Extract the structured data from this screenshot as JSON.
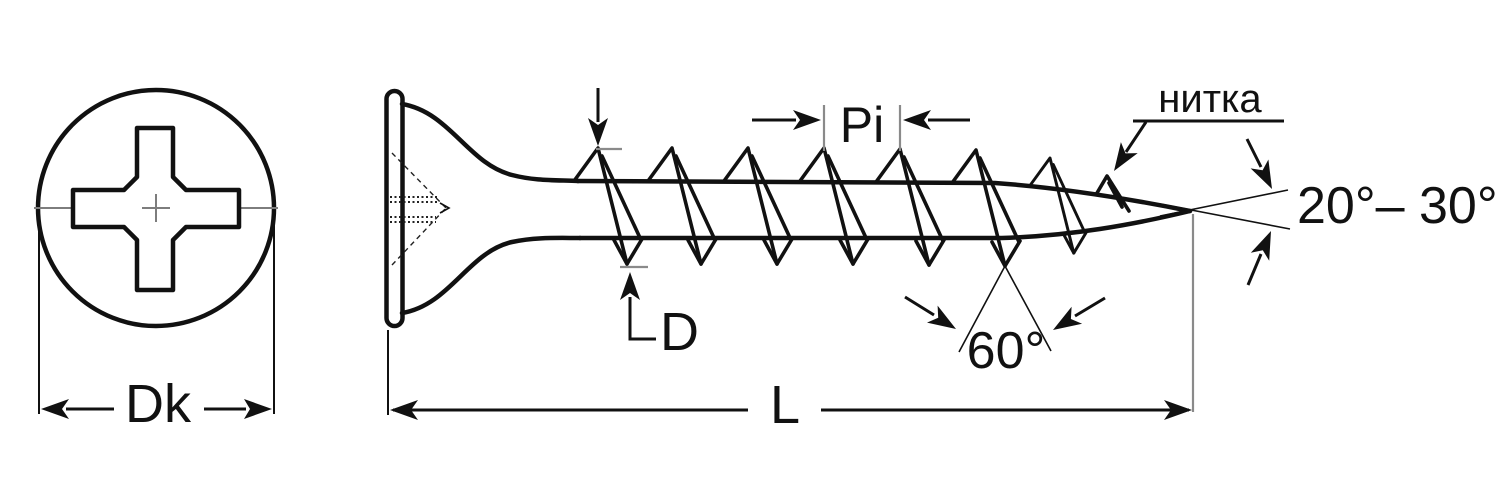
{
  "diagram": {
    "description": "Technical dimension drawing of a bugle-head drywall self-tapping screw: head-on view with Phillips recess and side profile view with thread details",
    "labels": {
      "head_diameter": "Dk",
      "shank_diameter": "D",
      "thread_pitch": "Pi",
      "total_length": "L",
      "thread_callout": "нитка",
      "thread_profile_angle": "60°",
      "tip_angle_range": "20°– 30°"
    },
    "colors": {
      "line": "#111111",
      "auxiliary": "#8a8a8a",
      "background": "#ffffff"
    }
  }
}
